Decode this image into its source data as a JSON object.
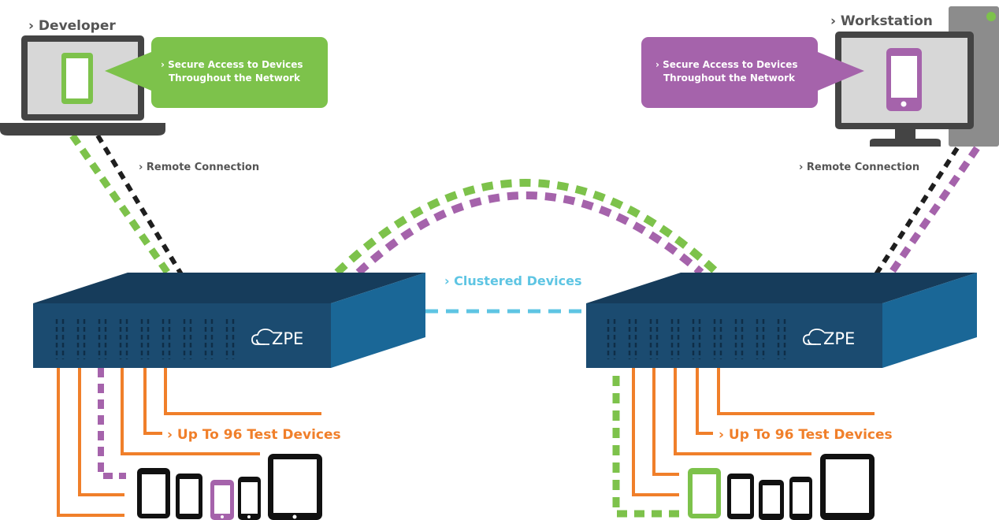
{
  "labels": {
    "developer": "› Developer",
    "workstation": "› Workstation",
    "remote_left": "› Remote Connection",
    "remote_right": "› Remote Connection",
    "clustered": "› Clustered Devices",
    "test_left": "› Up To 96 Test Devices",
    "test_right": "› Up To 96 Test Devices"
  },
  "callouts": {
    "left": {
      "line1": "› Secure Access to Devices",
      "line2": "Throughout the Network"
    },
    "right": {
      "line1": "› Secure Access to Devices",
      "line2": "Throughout the Network"
    }
  },
  "appliances": {
    "left_logo": "ZPE",
    "right_logo": "ZPE"
  },
  "colors": {
    "green": "#7dc24b",
    "purple": "#a563ab",
    "orange": "#f07f2a",
    "cyan": "#5ec5e3",
    "navy_front": "#1b4b70",
    "navy_top": "#163c5b",
    "navy_side": "#1a6797",
    "grey_text": "#555555",
    "dark": "#1e1e1e"
  }
}
